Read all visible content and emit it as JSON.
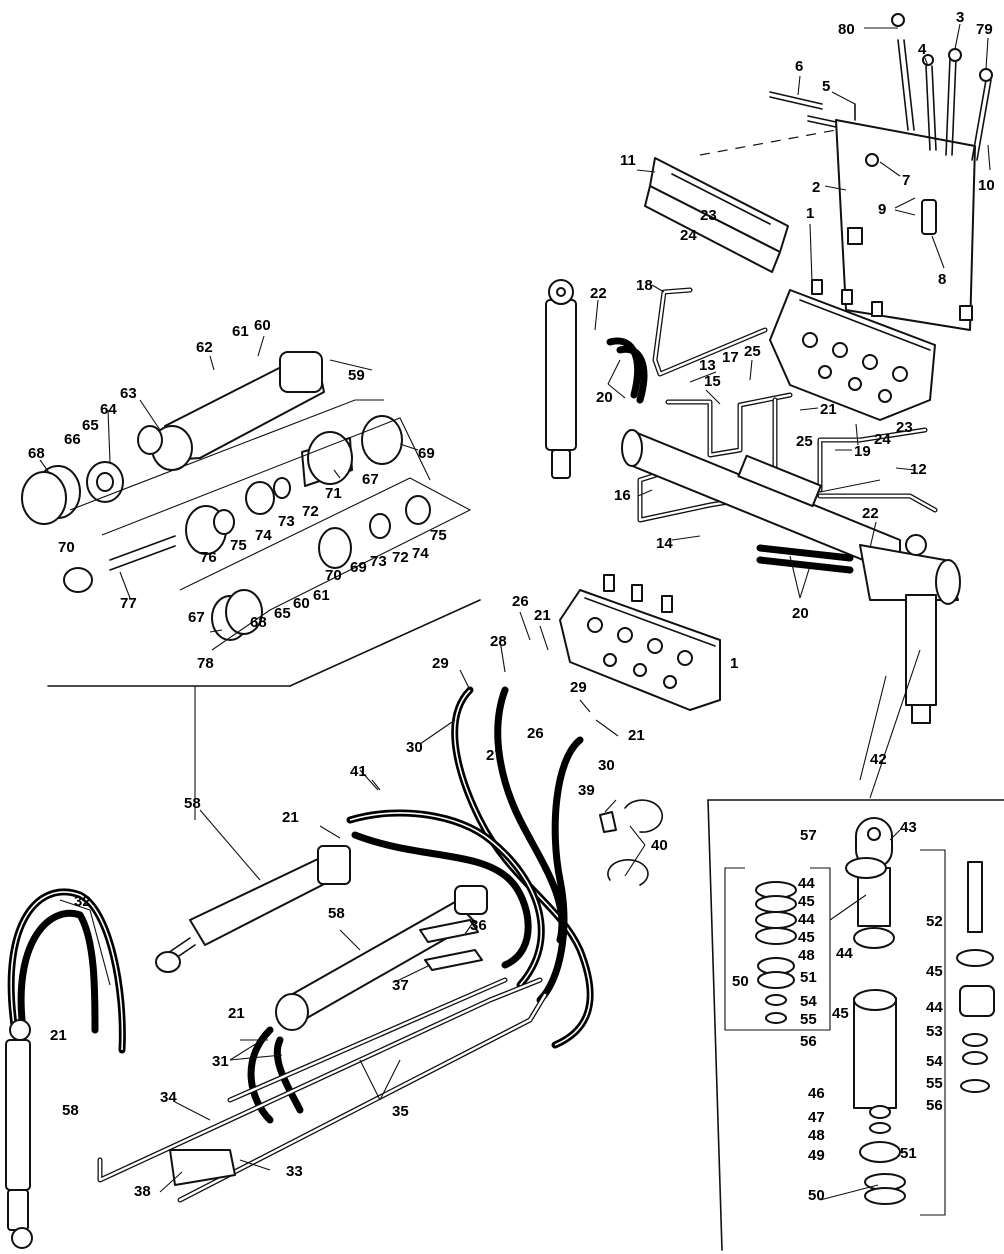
{
  "labels": {
    "n1": "1",
    "n2": "2",
    "n3": "3",
    "n4": "4",
    "n5": "5",
    "n6": "6",
    "n7": "7",
    "n8": "8",
    "n9": "9",
    "n10": "10",
    "n11": "11",
    "n12": "12",
    "n13": "13",
    "n14": "14",
    "n15": "15",
    "n16": "16",
    "n17": "17",
    "n18": "18",
    "n19": "19",
    "n20": "20",
    "n21": "21",
    "n22": "22",
    "n23": "23",
    "n24": "24",
    "n25": "25",
    "n26": "26",
    "n27": "27",
    "n28": "28",
    "n29": "29",
    "n30": "30",
    "n31": "31",
    "n32": "32",
    "n33": "33",
    "n34": "34",
    "n35": "35",
    "n36": "36",
    "n37": "37",
    "n38": "38",
    "n39": "39",
    "n40": "40",
    "n41": "41",
    "n42": "42",
    "n43": "43",
    "n44": "44",
    "n45": "45",
    "n46": "46",
    "n47": "47",
    "n48": "48",
    "n49": "49",
    "n50": "50",
    "n51": "51",
    "n52": "52",
    "n53": "53",
    "n54": "54",
    "n55": "55",
    "n56": "56",
    "n57": "57",
    "n58": "58",
    "n59": "59",
    "n60": "60",
    "n61": "61",
    "n62": "62",
    "n63": "63",
    "n64": "64",
    "n65": "65",
    "n66": "66",
    "n67": "67",
    "n68": "68",
    "n69": "69",
    "n70": "70",
    "n71": "71",
    "n72": "72",
    "n73": "73",
    "n74": "74",
    "n75": "75",
    "n76": "76",
    "n77": "77",
    "n78": "78",
    "n79": "79",
    "n80": "80"
  }
}
